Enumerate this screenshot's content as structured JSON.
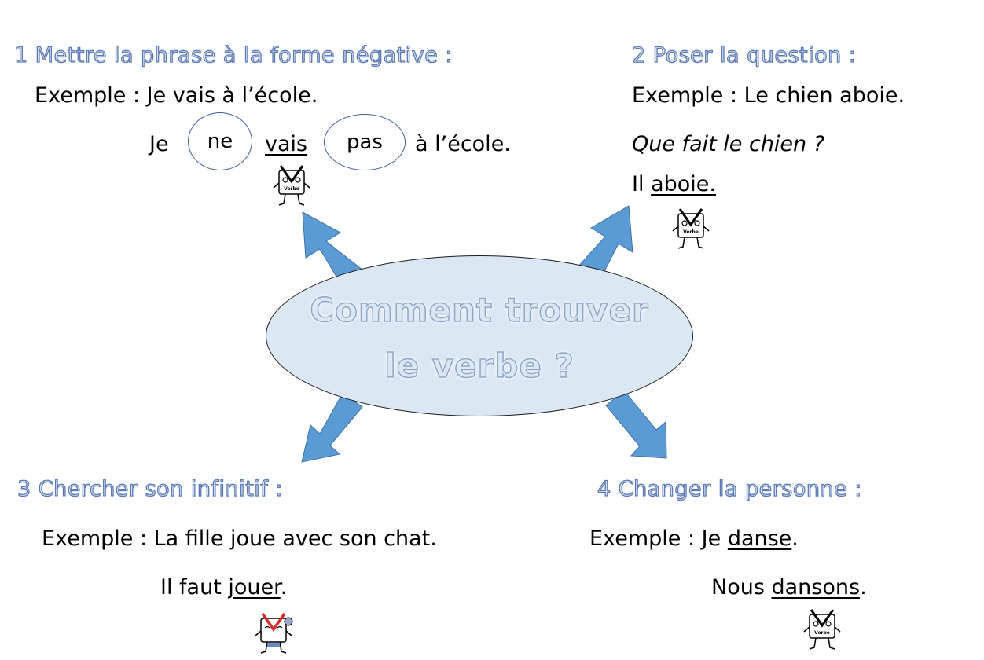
{
  "colors": {
    "accent": "#5b9bd5",
    "ellipse_fill": "#dce7f4",
    "heading_outline": "#5b79b4",
    "mascot_check": "#d62b2b"
  },
  "center": {
    "line1": "Comment trouver",
    "line2": "le verbe ?"
  },
  "section1": {
    "heading": "1 Mettre la phrase à la forme négative :",
    "example": "Exemple : Je vais à l’école.",
    "result": {
      "w1": "Je",
      "ne": "ne",
      "verb": "vais",
      "pas": "pas",
      "rest": "à l’école."
    }
  },
  "section2": {
    "heading": "2 Poser la question :",
    "example": "Exemple : Le chien aboie.",
    "question": "Que fait le chien ?",
    "answer": {
      "prefix": "Il",
      "verb": "aboie."
    }
  },
  "section3": {
    "heading": "3 Chercher son infinitif :",
    "example": "Exemple : La fille joue avec son chat.",
    "result": {
      "prefix": "Il faut",
      "verb": "jouer",
      "suffix": "."
    }
  },
  "section4": {
    "heading": "4 Changer la personne :",
    "example": {
      "prefix": "Exemple : Je",
      "verb": "danse",
      "suffix": "."
    },
    "result": {
      "prefix": "Nous",
      "verb": "dansons",
      "suffix": "."
    }
  },
  "mascot": {
    "label": "Verbe",
    "icon": "verb-mascot-icon"
  }
}
